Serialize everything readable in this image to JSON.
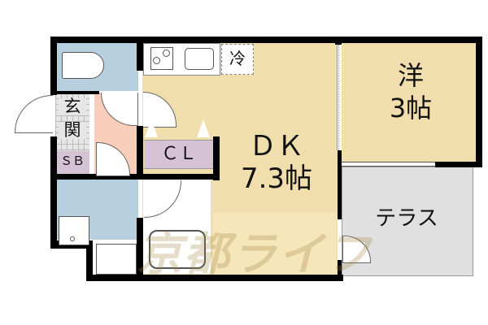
{
  "floorplan": {
    "rooms": {
      "dk": {
        "label": "ＤＫ",
        "size": "7.3帖",
        "color": "#f0deac"
      },
      "western": {
        "label": "洋",
        "size": "3帖",
        "color": "#f0deac"
      },
      "terrace": {
        "label": "テラス",
        "color": "#e0e0e0"
      },
      "closet": {
        "label": "ＣＬ",
        "color": "#d5c3d5"
      },
      "entrance": {
        "label_top": "玄",
        "label_bottom": "関",
        "color": "#e6e6e6"
      },
      "shoe_box": {
        "label": "ＳＢ",
        "color": "#d5c3d5"
      },
      "toilet": {
        "color": "#b7d0e0"
      },
      "washroom": {
        "color": "#b7d0e0"
      },
      "hall": {
        "color": "#f8cdb9"
      },
      "bath": {
        "color": "#ffffff"
      }
    },
    "fixtures": {
      "fridge_label": "冷"
    },
    "watermark": "京都ライフ"
  }
}
